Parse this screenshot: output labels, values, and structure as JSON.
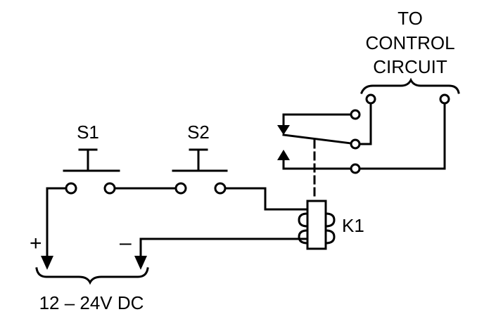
{
  "diagram": {
    "control_label": [
      "TO",
      "CONTROL",
      "CIRCUIT"
    ],
    "switch_labels": {
      "s1": "S1",
      "s2": "S2"
    },
    "relay_label": "K1",
    "supply": {
      "plus": "+",
      "minus": "–",
      "label": "12 – 24V DC"
    }
  }
}
